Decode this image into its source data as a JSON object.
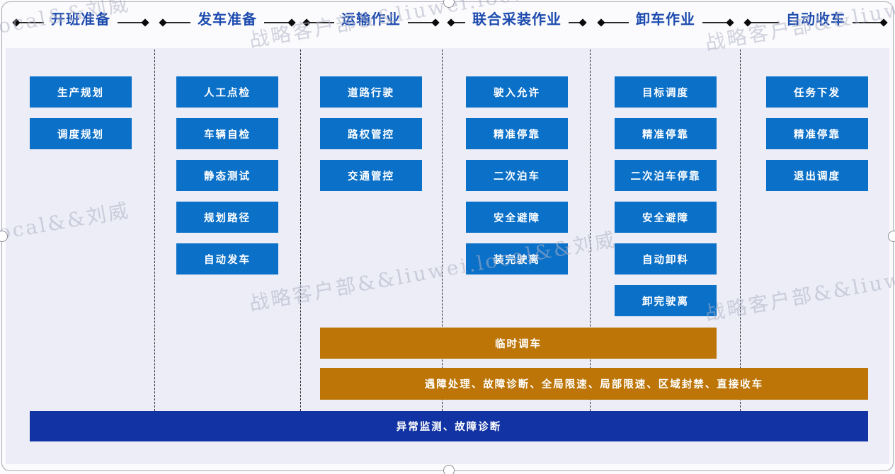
{
  "watermark": {
    "text": "战略客户部&&liuwei.local&&刘威",
    "tiles": [
      "local&&刘威",
      "战略客户部&&liuwei.local",
      "战略客户部&&liuwei",
      "local&&刘威",
      "战略客户部&&liuwei.local&&刘威",
      "战略客户部&&liuwei"
    ]
  },
  "flow": {
    "columns": [
      {
        "title": "开班准备",
        "items": [
          "生产规划",
          "调度规划"
        ]
      },
      {
        "title": "发车准备",
        "items": [
          "人工点检",
          "车辆自检",
          "静态测试",
          "规划路径",
          "自动发车"
        ]
      },
      {
        "title": "运输作业",
        "items": [
          "道路行驶",
          "路权管控",
          "交通管控"
        ]
      },
      {
        "title": "联合采装作业",
        "items": [
          "驶入允许",
          "精准停靠",
          "二次泊车",
          "安全避障",
          "装完驶离"
        ]
      },
      {
        "title": "卸车作业",
        "items": [
          "目标调度",
          "精准停靠",
          "二次泊车停靠",
          "安全避障",
          "自动卸料",
          "卸完驶离"
        ]
      },
      {
        "title": "自动收车",
        "items": [
          "任务下发",
          "精准停靠",
          "退出调度"
        ]
      }
    ],
    "overlay_bars": {
      "temp_dispatch": "临时调车",
      "exception_handling": "遇障处理、故障诊断、全局限速、局部限速、区域封禁、直接收车",
      "monitoring": "异常监测、故障诊断"
    }
  },
  "colors": {
    "task_box_blue": "#0B70C8",
    "header_text_blue": "#1D4BAE",
    "overlay_orange": "#BC7506",
    "monitoring_navy": "#1233A4",
    "panel_background": "#ECEDF6"
  }
}
